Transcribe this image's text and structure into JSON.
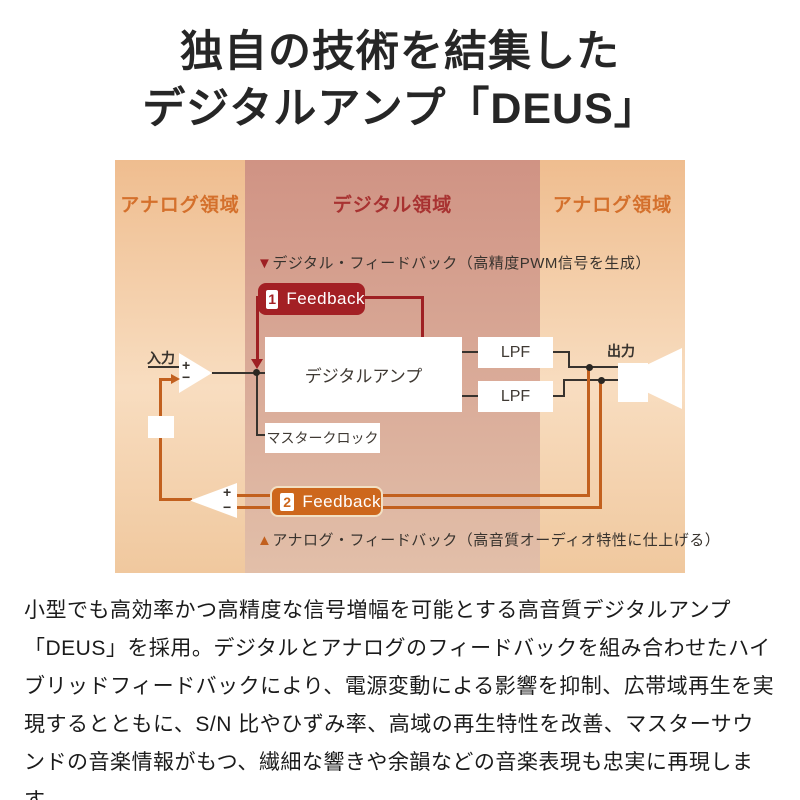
{
  "title": {
    "line1": "独自の技術を結集した",
    "line2": "デジタルアンプ「DEUS」"
  },
  "diagram": {
    "regions": {
      "left": "アナログ領域",
      "center": "デジタル領域",
      "right": "アナログ領域"
    },
    "digital_feedback_caption": {
      "marker": "▼",
      "text": "デジタル・フィードバック（高精度PWM信号を生成）"
    },
    "analog_feedback_caption": {
      "marker": "▲",
      "text": "アナログ・フィードバック（高音質オーディオ特性に仕上げる）"
    },
    "feedback1": {
      "number": "1",
      "label": "Feedback"
    },
    "feedback2": {
      "number": "2",
      "label": "Feedback"
    },
    "blocks": {
      "digital_amp": "デジタルアンプ",
      "lpf_top": "LPF",
      "lpf_bottom": "LPF",
      "master_clock": "マスタークロック"
    },
    "labels": {
      "input": "入力",
      "output": "出力",
      "plus": "+",
      "minus": "−"
    },
    "colors": {
      "analog_panel": "#f2c596",
      "digital_panel": "#d49a8b",
      "analog_label": "#d4702c",
      "digital_label": "#a83231",
      "feedback1_red": "#a32024",
      "feedback2_orange": "#cd671c",
      "wire_red": "#9e2023",
      "wire_orange": "#c2601e",
      "wire_black": "#38332e"
    }
  },
  "body_text": {
    "lines": [
      "小型でも高効率かつ高精度な信号増幅を可能とする高音質デジタルアンプ",
      "「DEUS」を採用。デジタルとアナログのフィードバックを組み合わせたハイ",
      "ブリッドフィードバックにより、電源変動による影響を抑制、広帯域再生を実",
      "現するとともに、S/N 比やひずみ率、高域の再生特性を改善、マスターサウ",
      "ンドの音楽情報がもつ、繊細な響きや余韻などの音楽表現も忠実に再現します。"
    ]
  }
}
